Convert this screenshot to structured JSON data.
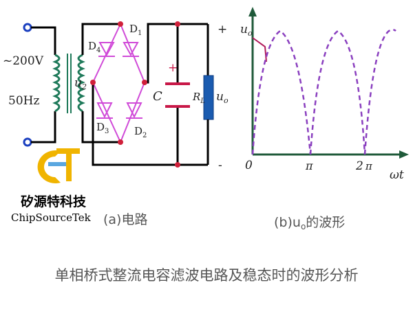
{
  "circuit": {
    "source_voltage": "~200V",
    "source_freq": "50Hz",
    "secondary_label": "u",
    "secondary_sub": "2",
    "diode_labels": [
      {
        "main": "D",
        "sub": "1"
      },
      {
        "main": "D",
        "sub": "2"
      },
      {
        "main": "D",
        "sub": "3"
      },
      {
        "main": "D",
        "sub": "4"
      }
    ],
    "capacitor_label": "C",
    "capacitor_polarity": "+",
    "load_label": "R",
    "load_sub": "L",
    "output_label": "u",
    "output_sub": "o",
    "terminal_plus": "+",
    "terminal_minus": "-",
    "caption": "(a)电路"
  },
  "waveform": {
    "y_axis_label": "u",
    "y_axis_sub": "o",
    "origin_label": "0",
    "tick_pi": "π",
    "tick_2pi_coef": "2",
    "tick_2pi_sym": "π",
    "x_axis_label": "ωt",
    "caption_prefix": "(b)u",
    "caption_sub": "o",
    "caption_suffix": "的波形"
  },
  "logo": {
    "company_cn": "矽源特科技",
    "company_en": "ChipSourceTek"
  },
  "figure_title": "单相桥式整流电容滤波电路及稳态时的波形分析",
  "colors": {
    "wire": "#000000",
    "diode": "#d04ad8",
    "node": "#d0203a",
    "capacitor": "#c81848",
    "load": "#1a5bb0",
    "terminal": "#1a3fbf",
    "transformer": "#1f7a5a",
    "wave": "#8a3fbf",
    "logo_yellow": "#f0b400",
    "logo_blue": "#5aa7e0",
    "caption_gray": "#555555"
  }
}
